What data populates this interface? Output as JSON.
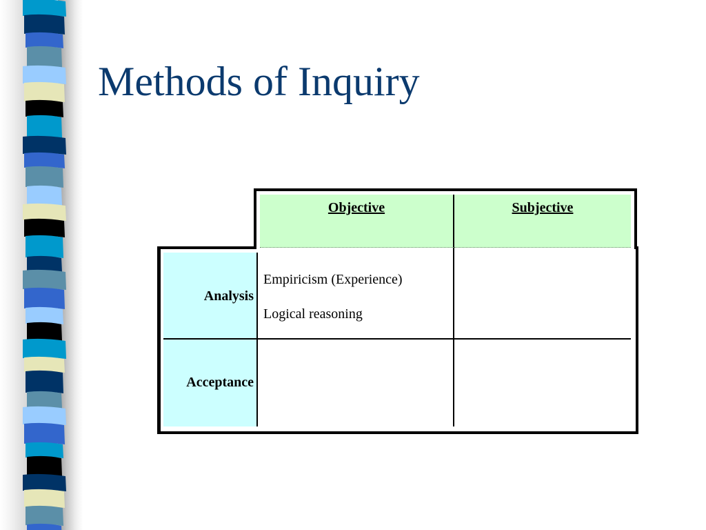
{
  "slide": {
    "title": "Methods of Inquiry"
  },
  "table": {
    "columns": [
      "Objective",
      "Subjective"
    ],
    "rows": [
      {
        "label": "Analysis",
        "objective": [
          "Empiricism (Experience)",
          "Logical reasoning"
        ],
        "subjective": []
      },
      {
        "label": "Acceptance",
        "objective": [],
        "subjective": []
      }
    ]
  },
  "colors": {
    "title": "#0b3a6e",
    "column_header_bg": "#ccffcc",
    "row_header_bg": "#ccffff",
    "strip_palette": [
      "#003366",
      "#3366cc",
      "#0099cc",
      "#5b8fa8",
      "#99ccff",
      "#e6e6b8",
      "#000000"
    ]
  },
  "decoration": {
    "left_strip_icon": "striped-banner-decoration"
  }
}
